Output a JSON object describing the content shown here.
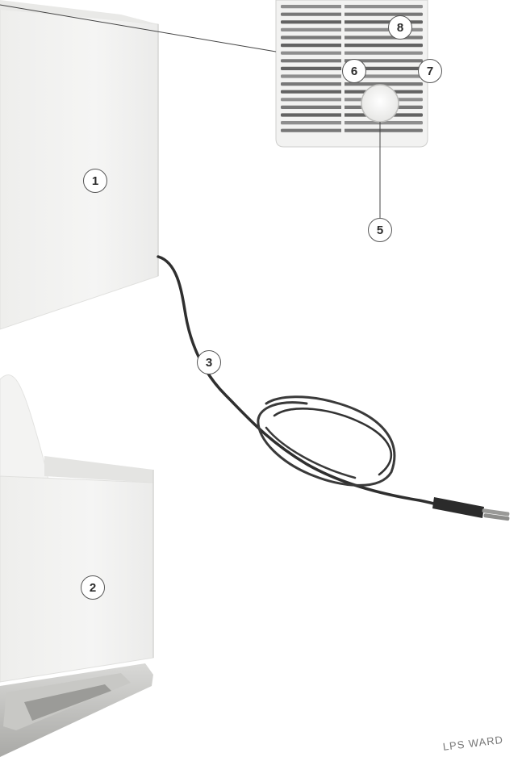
{
  "callouts": {
    "c1": "1",
    "c2": "2",
    "c3": "3",
    "c5": "5",
    "c6": "6",
    "c7": "7",
    "c8": "8"
  },
  "watermark": "LPS WARD",
  "colors": {
    "tank_light": "#f1f1f0",
    "tank_shadow": "#dcdcda",
    "cable": "#2f2f2f",
    "grille_slot": "#3c3c3c",
    "callout_border": "#555555"
  }
}
